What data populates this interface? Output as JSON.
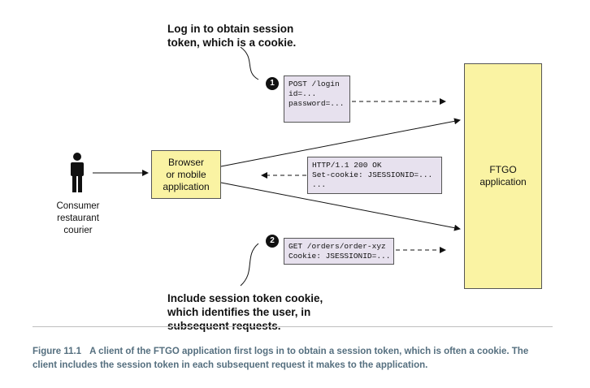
{
  "notes": {
    "top": "Log in to obtain session\ntoken, which is a cookie.",
    "bottom": "Include session token cookie,\nwhich identifies the user, in\nsubsequent requests."
  },
  "actor": {
    "icon": "person-icon",
    "label": "Consumer\nrestaurant\ncourier"
  },
  "boxes": {
    "client": "Browser\nor mobile\napplication",
    "app": "FTGO\napplication"
  },
  "messages": {
    "login": {
      "badge": "1",
      "lines": [
        "POST /login",
        "",
        "id=...",
        "password=..."
      ]
    },
    "response": {
      "lines": [
        "HTTP/1.1 200 OK",
        "Set-cookie: JSESSIONID=...",
        "..."
      ]
    },
    "request": {
      "badge": "2",
      "lines": [
        "GET /orders/order-xyz",
        "Cookie: JSESSIONID=..."
      ]
    }
  },
  "caption": {
    "label": "Figure 11.1",
    "text": "A client of the FTGO application first logs in to obtain a session token, which is often a cookie. The client includes the session token in each subsequent request it makes to the application."
  },
  "colors": {
    "box_fill": "#faf3a3",
    "message_fill": "#e7e1ee",
    "caption_text": "#556f7f"
  }
}
